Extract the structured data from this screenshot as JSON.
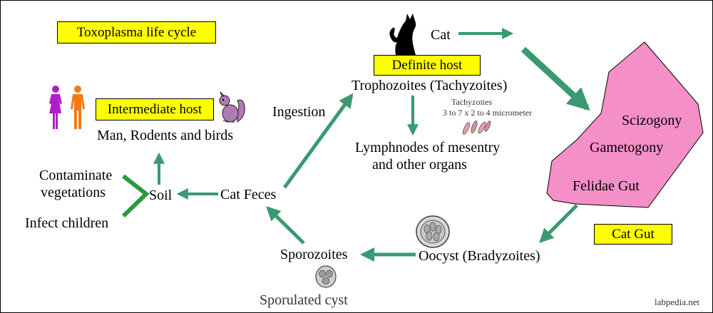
{
  "title": "Toxoplasma life cycle",
  "labels": {
    "cat": "Cat",
    "definite_host": "Definite host",
    "trophozoites": "Trophozoites (Tachyzoites)",
    "tachyzoites_title": "Tachyzoites",
    "tachyzoites_size": "3 to 7 x 2 to 4 micrometer",
    "lymphnodes_line1": "Lymphnodes of mesentry",
    "lymphnodes_line2": "and other organs",
    "ingestion": "Ingestion",
    "intermediate_host": "Intermediate host",
    "man_rodents_birds": "Man, Rodents and birds",
    "contaminate_line1": "Contaminate",
    "contaminate_line2": "vegetations",
    "infect_children": "Infect children",
    "soil": "Soil",
    "cat_feces": "Cat Feces",
    "scizogony": "Scizogony",
    "gametogony": "Gametogony",
    "felidae_gut": "Felidae Gut",
    "cat_gut": "Cat  Gut",
    "sporozoites": "Sporozoites",
    "oocyst": "Oocyst (Bradyzoites)",
    "sporulated_cyst": "Sporulated cyst",
    "watermark": "labpedia.net"
  },
  "colors": {
    "arrow": "#3a9970",
    "label_box": "#ffff00",
    "gut_shape": "#f58fc7",
    "woman_icon": "#b01ec8",
    "man_icon": "#f07a14",
    "rodent_icon": "#b07bb3"
  },
  "icons": [
    "cat-icon",
    "woman-icon",
    "man-icon",
    "squirrel-icon",
    "tachyzoites-icon",
    "oocyst-icon",
    "sporulated-cyst-icon"
  ]
}
